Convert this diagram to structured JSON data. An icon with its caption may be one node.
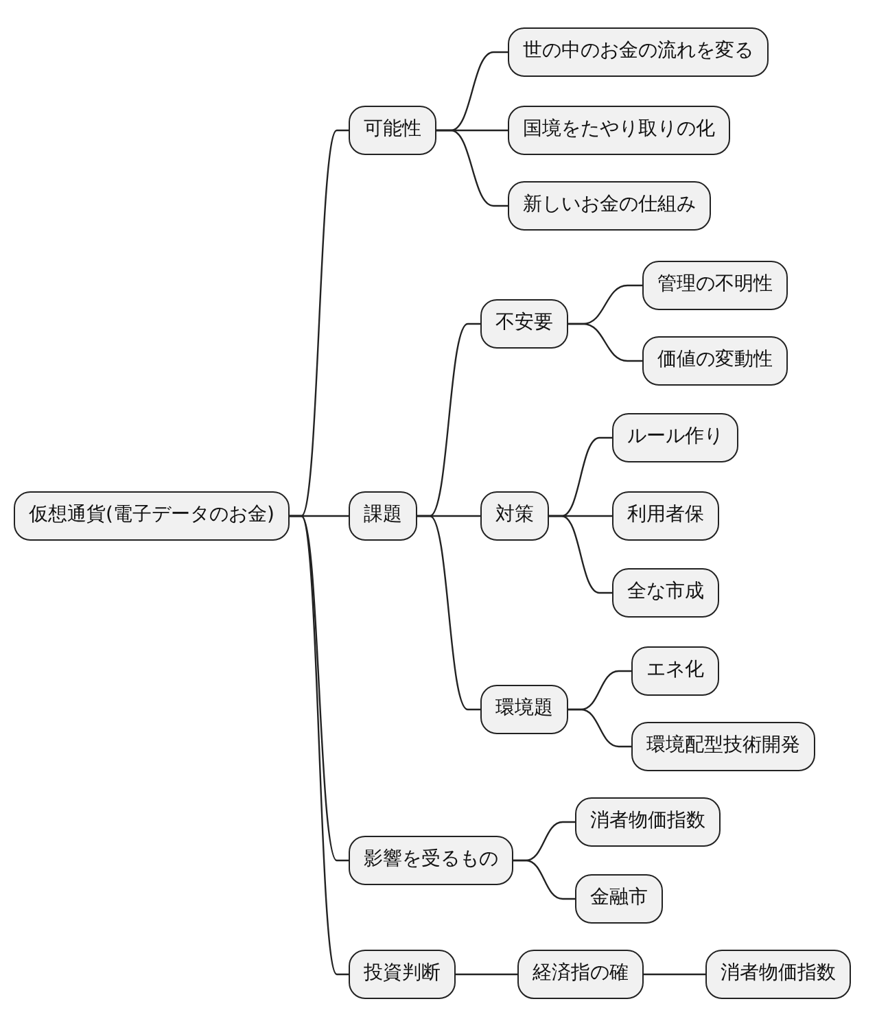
{
  "diagram": {
    "nodes": [
      {
        "text": [
          "仮想通貨(電子データのお金)"
        ]
      },
      {
        "text": [
          "可能性"
        ]
      },
      {
        "text": [
          "世の中のお金の流れを変る"
        ]
      },
      {
        "text": [
          "国境をたやり取りの化"
        ]
      },
      {
        "text": [
          "新しいお金の仕組み"
        ]
      },
      {
        "text": [
          "課題"
        ]
      },
      {
        "text": [
          "不安要"
        ]
      },
      {
        "text": [
          "管理の不明性"
        ]
      },
      {
        "text": [
          "価値の変動性"
        ]
      },
      {
        "text": [
          "対策"
        ]
      },
      {
        "text": [
          "ルール作り"
        ]
      },
      {
        "text": [
          "利用者保"
        ]
      },
      {
        "text": [
          "全な市成"
        ]
      },
      {
        "text": [
          "環境題"
        ]
      },
      {
        "text": [
          "エネ化"
        ]
      },
      {
        "text": [
          "環境配型技術開発"
        ]
      },
      {
        "text": [
          "影響を受るもの"
        ]
      },
      {
        "text": [
          "消者物価指数"
        ]
      },
      {
        "text": [
          "金融市"
        ]
      },
      {
        "text": [
          "投資判断"
        ]
      },
      {
        "text": [
          "経済指の確"
        ]
      },
      {
        "text": [
          "消者物価指数"
        ]
      }
    ],
    "edges": [
      {
        "from": 0,
        "to": 1,
        "arrow": "none"
      },
      {
        "from": 1,
        "to": 2,
        "arrow": "none"
      },
      {
        "from": 1,
        "to": 3,
        "arrow": "none"
      },
      {
        "from": 1,
        "to": 4,
        "arrow": "none"
      },
      {
        "from": 0,
        "to": 5,
        "arrow": "none"
      },
      {
        "from": 5,
        "to": 6,
        "arrow": "none"
      },
      {
        "from": 6,
        "to": 7,
        "arrow": "none"
      },
      {
        "from": 6,
        "to": 8,
        "arrow": "none"
      },
      {
        "from": 5,
        "to": 9,
        "arrow": "none"
      },
      {
        "from": 9,
        "to": 10,
        "arrow": "none"
      },
      {
        "from": 9,
        "to": 11,
        "arrow": "none"
      },
      {
        "from": 9,
        "to": 12,
        "arrow": "none"
      },
      {
        "from": 5,
        "to": 13,
        "arrow": "none"
      },
      {
        "from": 13,
        "to": 14,
        "arrow": "none"
      },
      {
        "from": 13,
        "to": 15,
        "arrow": "none"
      },
      {
        "from": 0,
        "to": 16,
        "arrow": "none"
      },
      {
        "from": 16,
        "to": 17,
        "arrow": "none"
      },
      {
        "from": 16,
        "to": 18,
        "arrow": "none"
      },
      {
        "from": 0,
        "to": 19,
        "arrow": "none"
      },
      {
        "from": 19,
        "to": 20,
        "arrow": "none"
      },
      {
        "from": 20,
        "to": 21,
        "arrow": "none"
      }
    ]
  }
}
